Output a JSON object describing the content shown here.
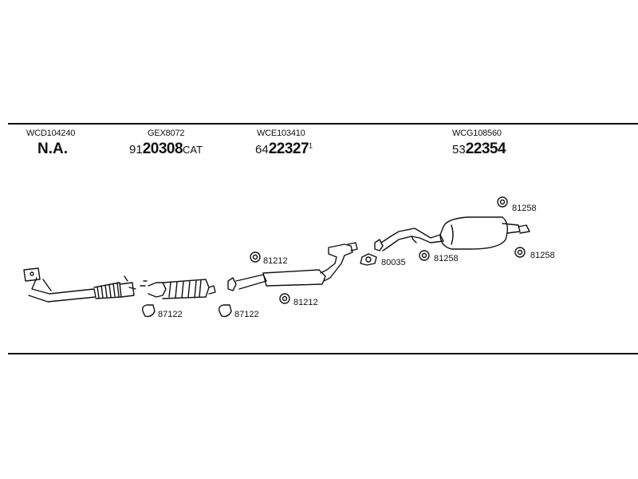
{
  "columns": [
    {
      "code": "WCD104240",
      "part_text": "N.A."
    },
    {
      "code": "GEX8072",
      "prefix": "91",
      "main": "20308",
      "suffix": "CAT"
    },
    {
      "code": "WCE103410",
      "prefix": "64",
      "main": "22327",
      "superscript": "1"
    },
    {
      "code": "WCG108560",
      "prefix": "53",
      "main": "22354"
    }
  ],
  "parts": {
    "gasket_87122": "87122",
    "gasket_87122_b": "87122",
    "mount_81212_top": "81212",
    "mount_81212_bottom": "81212",
    "gasket_80035": "80035",
    "mount_81258_top": "81258",
    "mount_81258_mid": "81258",
    "mount_81258_right": "81258"
  }
}
